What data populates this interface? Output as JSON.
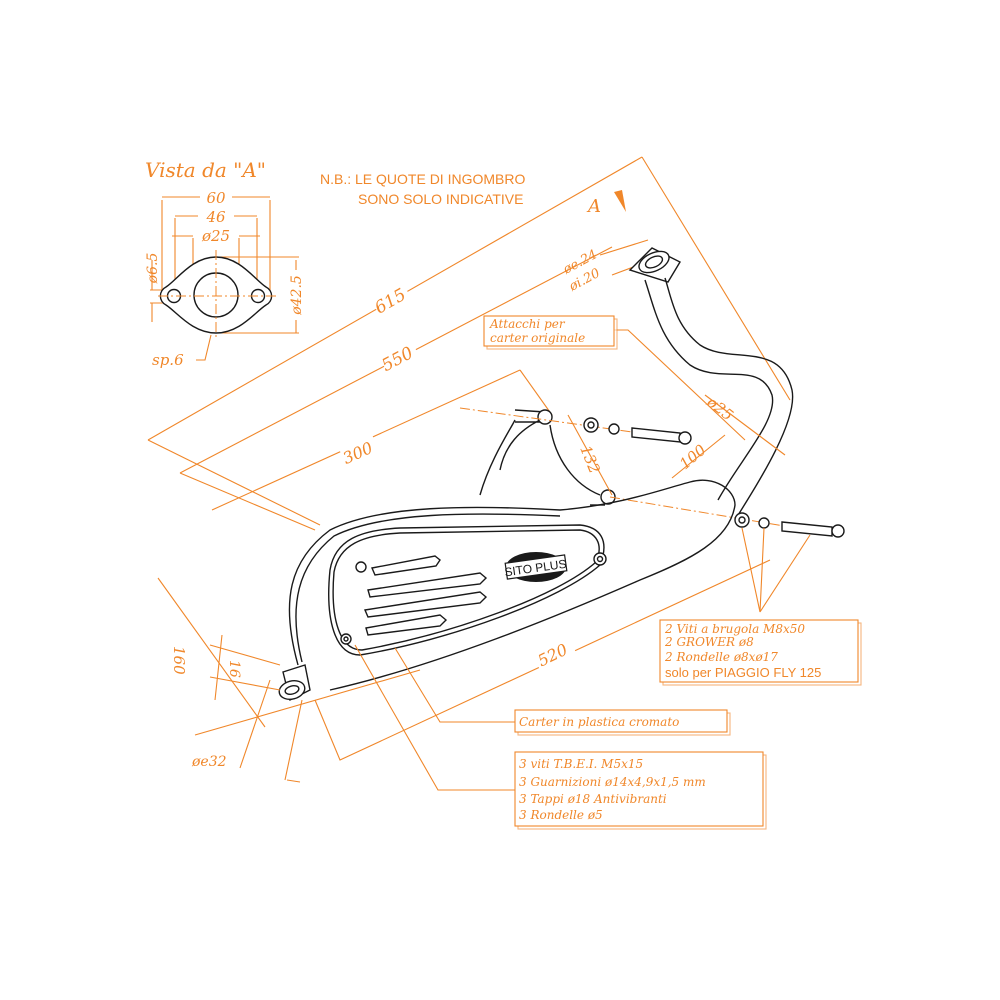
{
  "view_title": "Vista da \"A\"",
  "note": {
    "line1": "N.B.: LE QUOTE DI INGOMBRO",
    "line2": "SONO SOLO INDICATIVE"
  },
  "flange": {
    "dim_60": "60",
    "dim_46": "46",
    "dim_d25": "ø25",
    "dim_d6_5": "ø6.5",
    "dim_d42_5": "ø42.5",
    "thickness": "sp.6"
  },
  "view_marker": "A",
  "inlet": {
    "outer": "øe.24",
    "inner": "øi.20"
  },
  "dims": {
    "d615": "615",
    "d550": "550",
    "d300": "300",
    "d132": "132",
    "d100": "100",
    "d25": "ø25",
    "d520": "520",
    "d160": "160",
    "d16": "16",
    "de32": "øe32"
  },
  "logo": "SITO PLUS",
  "callouts": {
    "attacchi": [
      "Attacchi per",
      "carter originale"
    ],
    "viti": [
      "2 Viti a brugola M8x50",
      "2 GROWER ø8",
      "2 Rondelle ø8xø17",
      "solo per PIAGGIO FLY 125"
    ],
    "carter": "Carter in plastica cromato",
    "tbei": [
      "3 viti T.B.E.I. M5x15",
      "3 Guarnizioni ø14x4,9x1,5 mm",
      "3 Tappi ø18 Antivibranti",
      "3 Rondelle ø5"
    ]
  },
  "colors": {
    "dimension": "#f0872a",
    "part": "#1a1a1a"
  }
}
